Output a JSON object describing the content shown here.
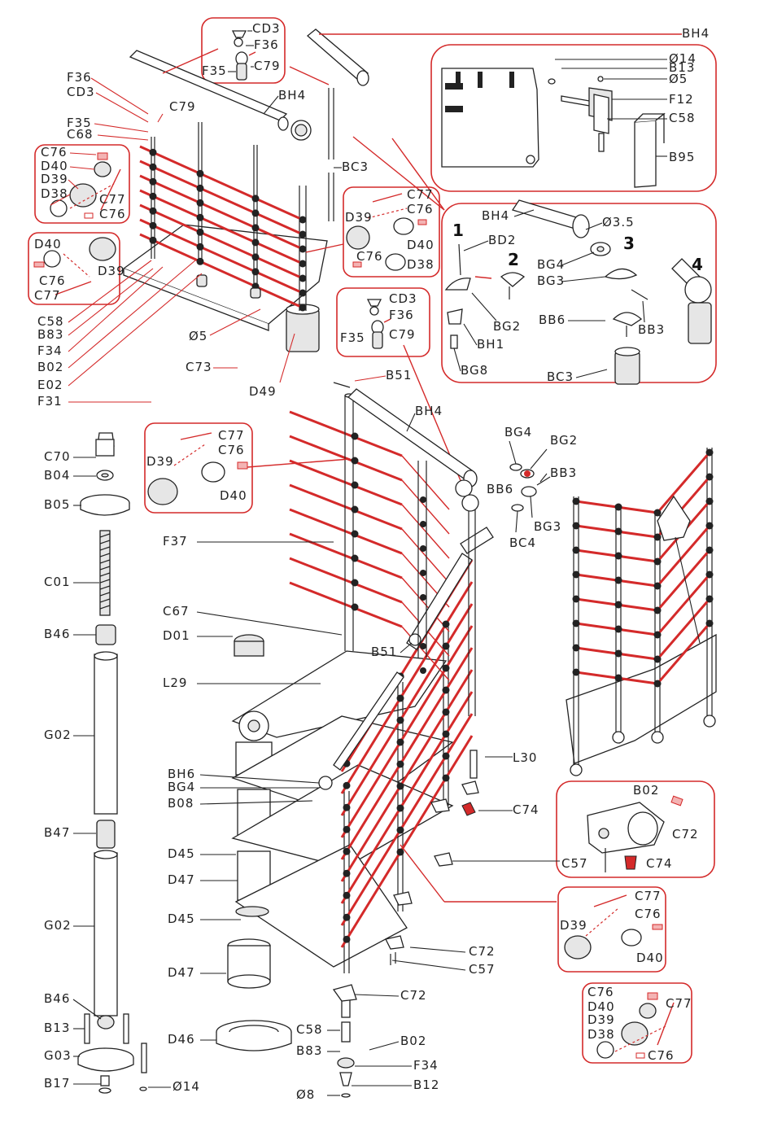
{
  "labels": {
    "CD3": "CD3",
    "F36": "F36",
    "F35": "F35",
    "C79": "C79",
    "BH4": "BH4",
    "D14": "Ø14",
    "B13": "B13",
    "D5": "Ø5",
    "F12": "F12",
    "C58": "C58",
    "B95": "B95",
    "C68": "C68",
    "BC3": "BC3",
    "C76": "C76",
    "D40": "D40",
    "D39": "D39",
    "D38": "D38",
    "C77": "C77",
    "D3_5": "Ø3.5",
    "BD2": "BD2",
    "BG4": "BG4",
    "BG3": "BG3",
    "BG2": "BG2",
    "BH1": "BH1",
    "BB6": "BB6",
    "BB3": "BB3",
    "BG8": "BG8",
    "BC4": "BC4",
    "B83": "B83",
    "F34": "F34",
    "B02": "B02",
    "E02": "E02",
    "F31": "F31",
    "C73": "C73",
    "D49": "D49",
    "B51": "B51",
    "C70": "C70",
    "B04": "B04",
    "B05": "B05",
    "F37": "F37",
    "C01": "C01",
    "C67": "C67",
    "B46": "B46",
    "D01": "D01",
    "L29": "L29",
    "G02": "G02",
    "BH6": "BH6",
    "B08": "B08",
    "L30": "L30",
    "C74": "C74",
    "B47": "B47",
    "C72": "C72",
    "D45": "D45",
    "C57": "C57",
    "D47": "D47",
    "D46": "D46",
    "B12": "B12",
    "D8": "Ø8",
    "G03": "G03",
    "B17": "B17"
  },
  "steps": {
    "s1": "1",
    "s2": "2",
    "s3": "3",
    "s4": "4"
  },
  "colors": {
    "accent": "#d42a2a",
    "ink": "#222222"
  }
}
